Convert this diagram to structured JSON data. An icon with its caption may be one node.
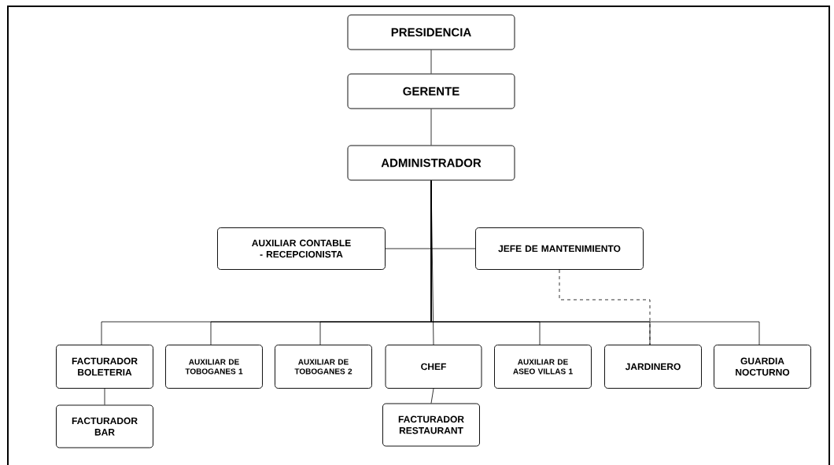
{
  "diagram": {
    "nodes": [
      {
        "text": [
          "PRESIDENCIA"
        ]
      },
      {
        "text": [
          "GERENTE"
        ]
      },
      {
        "text": [
          "ADMINISTRADOR"
        ]
      },
      {
        "text": [
          "AUXILIAR CONTABLE - RECEPCIONISTA"
        ]
      },
      {
        "text": [
          "JEFE DE MANTENIMIENTO"
        ]
      },
      {
        "text": [
          "FACTURADOR BOLETERIA"
        ]
      },
      {
        "text": [
          "AUXILIAR DE TOBOGANES 1"
        ]
      },
      {
        "text": [
          "AUXILIAR DE TOBOGANES 2"
        ]
      },
      {
        "text": [
          "CHEF"
        ]
      },
      {
        "text": [
          "AUXILIAR DE ASEO VILLAS 1"
        ]
      },
      {
        "text": [
          "JARDINERO"
        ]
      },
      {
        "text": [
          "GUARDIA NOCTURNO"
        ]
      },
      {
        "text": [
          "FACTURADOR BAR"
        ]
      },
      {
        "text": [
          "FACTURADOR RESTAURANT"
        ]
      }
    ],
    "edges": [
      {
        "from": 0,
        "to": 1,
        "arrow": "none"
      },
      {
        "from": 1,
        "to": 2,
        "arrow": "none"
      },
      {
        "from": 2,
        "to": 3,
        "arrow": "none"
      },
      {
        "from": 2,
        "to": 4,
        "arrow": "none"
      },
      {
        "from": 2,
        "to": 5,
        "arrow": "none"
      },
      {
        "from": 2,
        "to": 6,
        "arrow": "none"
      },
      {
        "from": 2,
        "to": 7,
        "arrow": "none"
      },
      {
        "from": 2,
        "to": 8,
        "arrow": "none"
      },
      {
        "from": 2,
        "to": 9,
        "arrow": "none"
      },
      {
        "from": 2,
        "to": 10,
        "arrow": "none"
      },
      {
        "from": 2,
        "to": 11,
        "arrow": "none"
      },
      {
        "from": 5,
        "to": 12,
        "arrow": "none"
      },
      {
        "from": 8,
        "to": 13,
        "arrow": "none"
      },
      {
        "from": 4,
        "to": 10,
        "arrow": "none",
        "style": "dashed"
      }
    ]
  }
}
